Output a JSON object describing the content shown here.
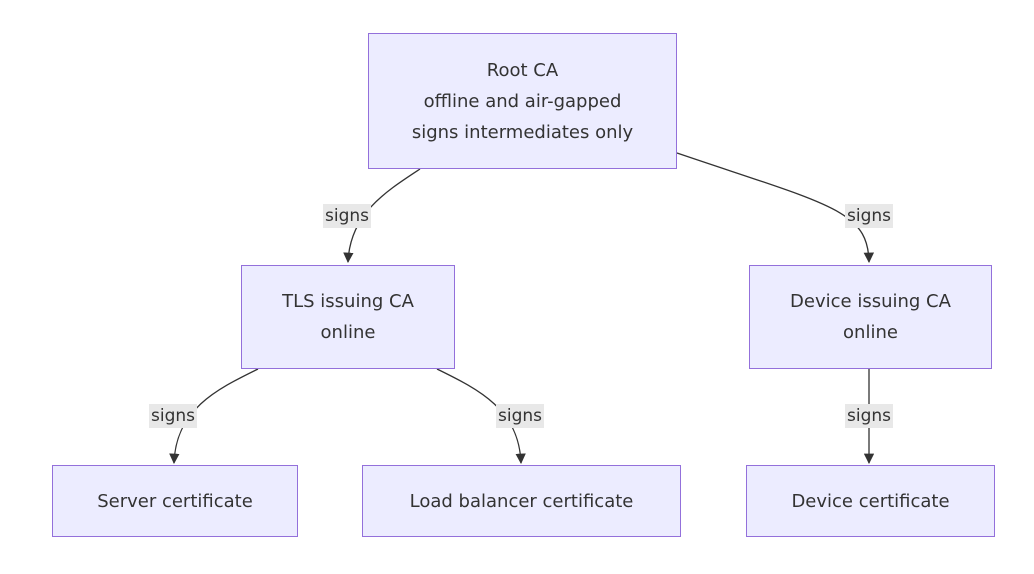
{
  "nodes": {
    "root": {
      "line1": "Root CA",
      "line2": "offline and air-gapped",
      "line3": "signs intermediates only"
    },
    "tls": {
      "line1": "TLS issuing CA",
      "line2": "online"
    },
    "device_ca": {
      "line1": "Device issuing CA",
      "line2": "online"
    },
    "server": {
      "line1": "Server certificate"
    },
    "lb": {
      "line1": "Load balancer certificate"
    },
    "device_cert": {
      "line1": "Device certificate"
    }
  },
  "edges": {
    "root_tls": "signs",
    "root_device": "signs",
    "tls_server": "signs",
    "tls_lb": "signs",
    "device_cert": "signs"
  },
  "colors": {
    "node_fill": "#ececff",
    "node_border": "#9370db",
    "edge": "#333333",
    "label_bg": "#e8e8e8"
  }
}
